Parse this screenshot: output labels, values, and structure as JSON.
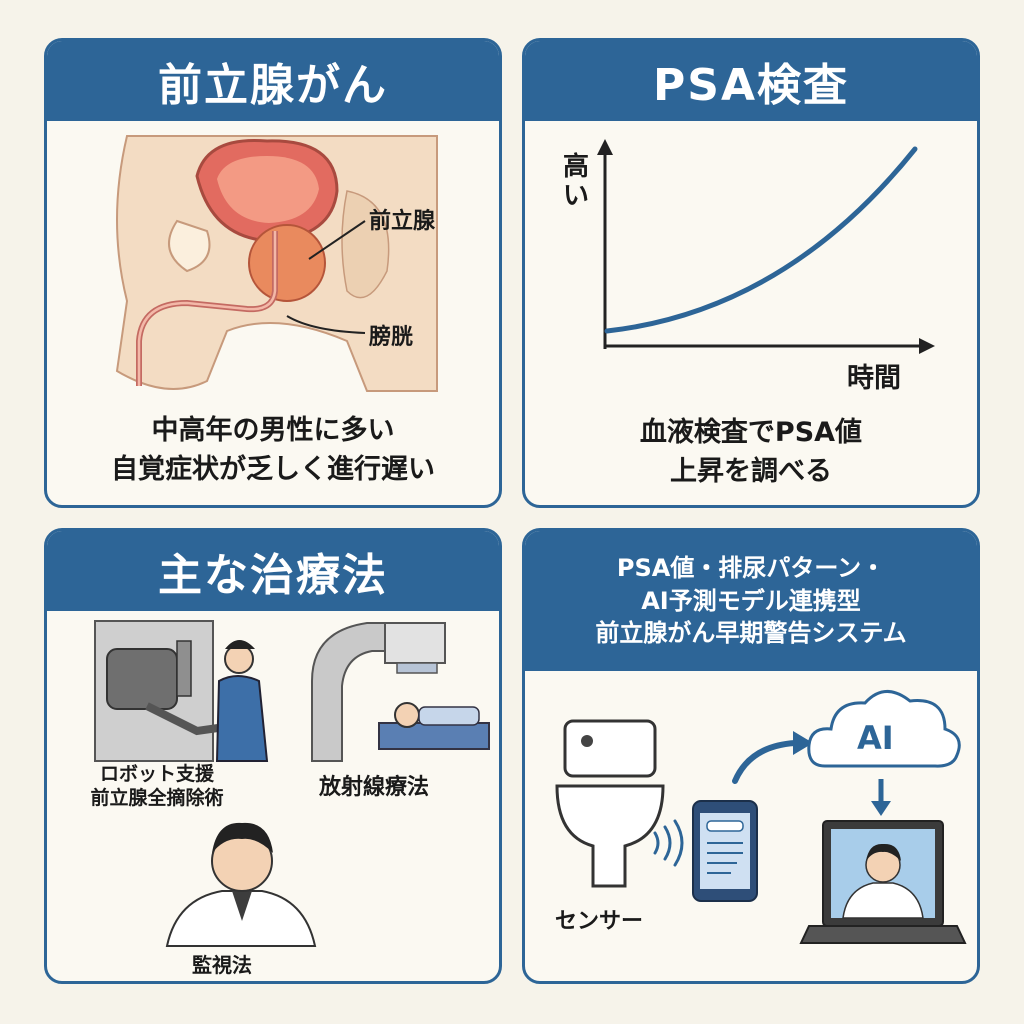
{
  "panels": {
    "prostate": {
      "title": "前立腺がん",
      "labels": {
        "prostate": "前立腺",
        "bladder": "膀胱"
      },
      "caption": [
        "中高年の男性に多い",
        "自覚症状が乏しく進行遅い"
      ]
    },
    "psa": {
      "title": "PSA検査",
      "y_label": "高い",
      "x_label": "時間",
      "caption": [
        "血液検査でPSA値",
        "上昇を調べる"
      ]
    },
    "treatment": {
      "title": "主な治療法",
      "items": {
        "robot": [
          "ロボット支援",
          "前立腺全摘除術"
        ],
        "radiation": "放射線療法",
        "watch": "監視法"
      }
    },
    "system": {
      "title_lines": [
        "PSA値・排尿パターン・",
        "AI予測モデル連携型",
        "前立腺がん早期警告システム"
      ],
      "sensor_label": "センサー",
      "cloud_label": "AI"
    }
  },
  "colors": {
    "header": "#2d6597",
    "curve": "#2d6597",
    "prostate": "#e07a5f",
    "bladder": "#d9534f"
  },
  "icons": [
    "toilet-icon",
    "phone-icon",
    "wifi-icon",
    "cloud-icon",
    "laptop-icon",
    "doctor-icon",
    "robot-arm-icon",
    "scanner-icon"
  ]
}
